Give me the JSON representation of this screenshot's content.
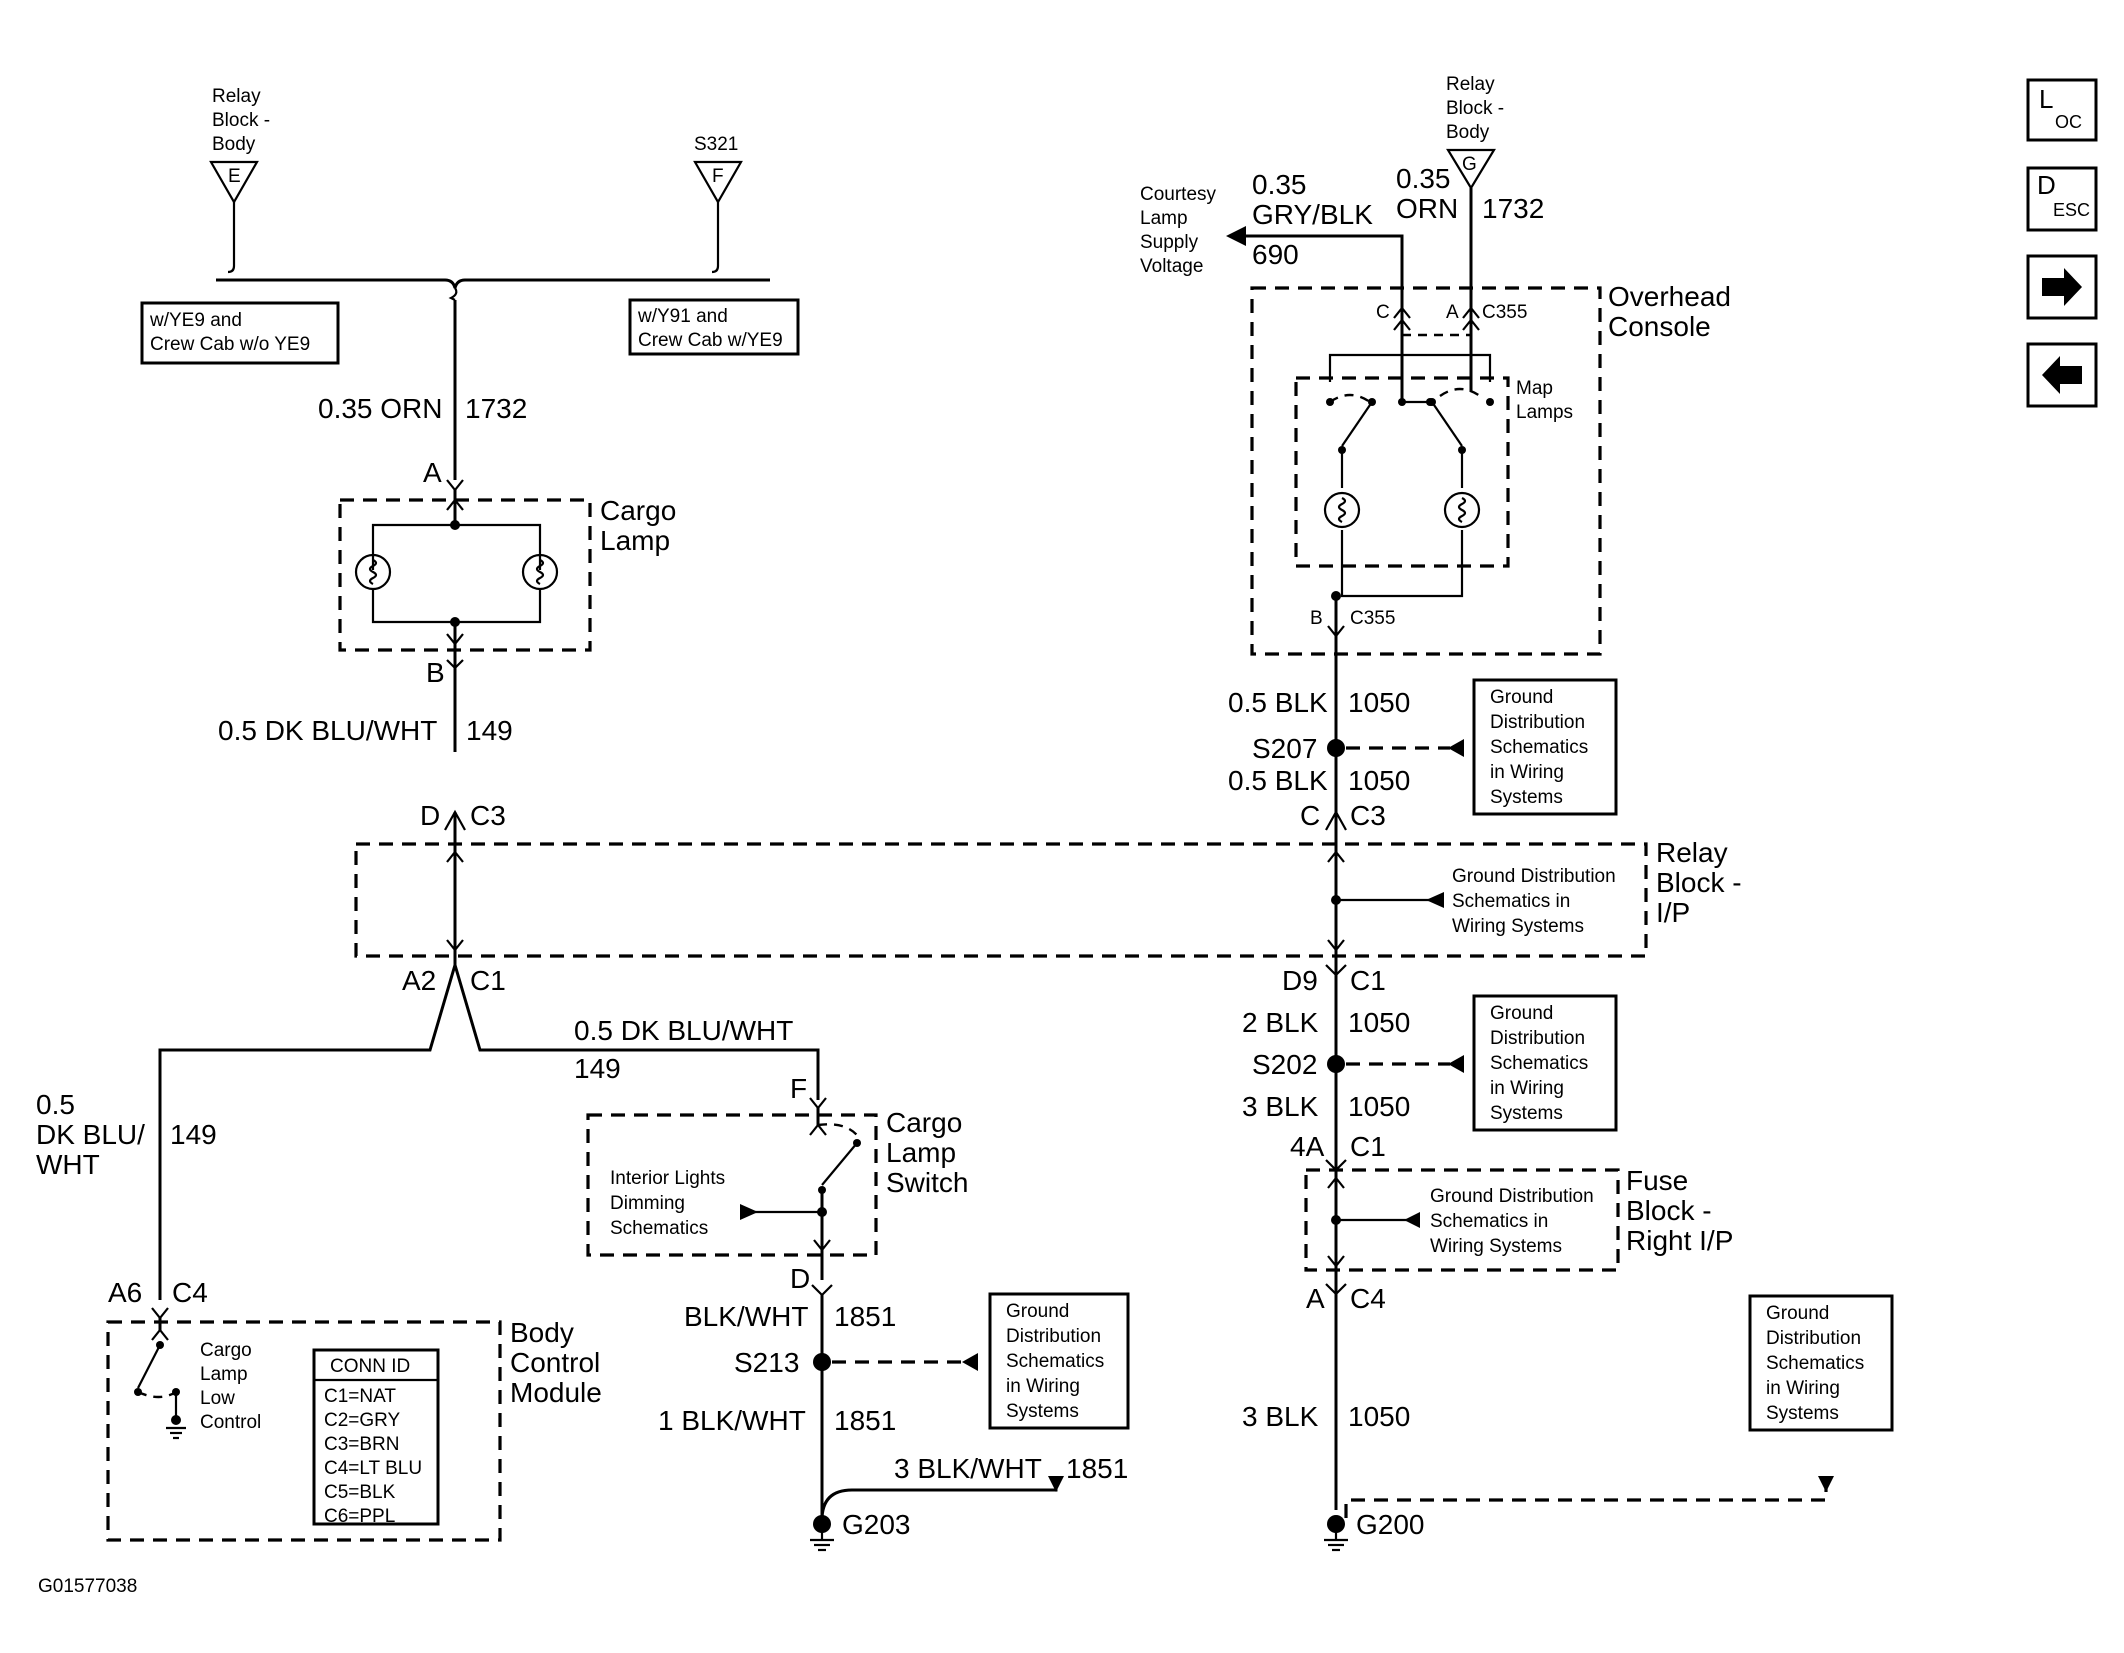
{
  "figure_id": "G01577038",
  "nav": {
    "loc": {
      "big": "L",
      "small": "OC"
    },
    "desc": {
      "big": "D",
      "small": "ESC"
    }
  },
  "left_top": {
    "relay_block_body": "Relay\nBlock -\nBody",
    "relay_pin": "E",
    "s321": "S321",
    "s321_pin": "F",
    "option_left": "w/YE9 and\nCrew Cab w/o YE9",
    "option_right": "w/Y91 and\nCrew Cab w/YE9",
    "wire1": "0.35 ORN",
    "circuit1": "1732"
  },
  "cargo_lamp": {
    "label": "Cargo\nLamp",
    "pin_a": "A",
    "pin_b": "B",
    "wire_out": "0.5 DK BLU/WHT",
    "circuit_out": "149"
  },
  "relay_block_ip": {
    "label": "Relay\nBlock -\nI/P",
    "left_pin": "D",
    "left_conn": "C3",
    "right_pin": "C",
    "right_conn": "C3",
    "ground_ref": "Ground Distribution\nSchematics in\nWiring Systems",
    "out_left_pin": "A2",
    "out_left_conn": "C1",
    "out_right_pin": "D9",
    "out_right_conn": "C1"
  },
  "lower_left": {
    "wire_bcm": "0.5\nDK BLU/\nWHT",
    "circuit_bcm": "149",
    "wire_switch": "0.5 DK BLU/WHT",
    "circuit_switch": "149"
  },
  "cargo_lamp_switch": {
    "label": "Cargo\nLamp\nSwitch",
    "pin_f": "F",
    "pin_d": "D",
    "dimming": "Interior Lights\nDimming\nSchematics"
  },
  "bcm": {
    "pin": "A6",
    "conn": "C4",
    "label": "Body\nControl\nModule",
    "switch_label": "Cargo\nLamp\nLow\nControl",
    "conn_title": "CONN ID",
    "conn_list": [
      "C1=NAT",
      "C2=GRY",
      "C3=BRN",
      "C4=LT BLU",
      "C5=BLK",
      "C6=PPL"
    ]
  },
  "s213_branch": {
    "wire1": "BLK/WHT",
    "circuit1": "1851",
    "splice": "S213",
    "wire2": "1 BLK/WHT",
    "circuit2": "1851",
    "wire3": "3 BLK/WHT",
    "circuit3": "1851",
    "ground": "G203",
    "ground_ref": "Ground\nDistribution\nSchematics\nin Wiring\nSystems"
  },
  "overhead": {
    "relay_label": "Relay\nBlock -\nBody",
    "relay_pin": "G",
    "courtesy": "Courtesy\nLamp\nSupply\nVoltage",
    "wire_gry": "0.35\nGRY/BLK",
    "circuit_gry": "690",
    "wire_orn": "0.35\nORN",
    "circuit_orn": "1732",
    "pin_c": "C",
    "pin_a": "A",
    "conn_top": "C355",
    "label": "Overhead\nConsole",
    "map_lamps": "Map\nLamps",
    "pin_b": "B",
    "conn_bottom": "C355"
  },
  "right_chain": {
    "wire1": "0.5 BLK",
    "circuit1": "1050",
    "splice1": "S207",
    "wire2": "0.5 BLK",
    "circuit2": "1050",
    "ground_ref1": "Ground\nDistribution\nSchematics\nin Wiring\nSystems",
    "wire3": "2 BLK",
    "circuit3": "1050",
    "splice2": "S202",
    "wire4": "3 BLK",
    "circuit4": "1050",
    "pin_4a": "4A",
    "conn_4a": "C1",
    "ground_ref2": "Ground\nDistribution\nSchematics\nin Wiring\nSystems"
  },
  "fuse_block": {
    "label": "Fuse\nBlock -\nRight I/P",
    "ground_ref": "Ground Distribution\nSchematics in\nWiring Systems",
    "pin": "A",
    "conn": "C4",
    "wire": "3 BLK",
    "circuit": "1050",
    "ground": "G200",
    "ground_ref2": "Ground\nDistribution\nSchematics\nin Wiring\nSystems"
  }
}
